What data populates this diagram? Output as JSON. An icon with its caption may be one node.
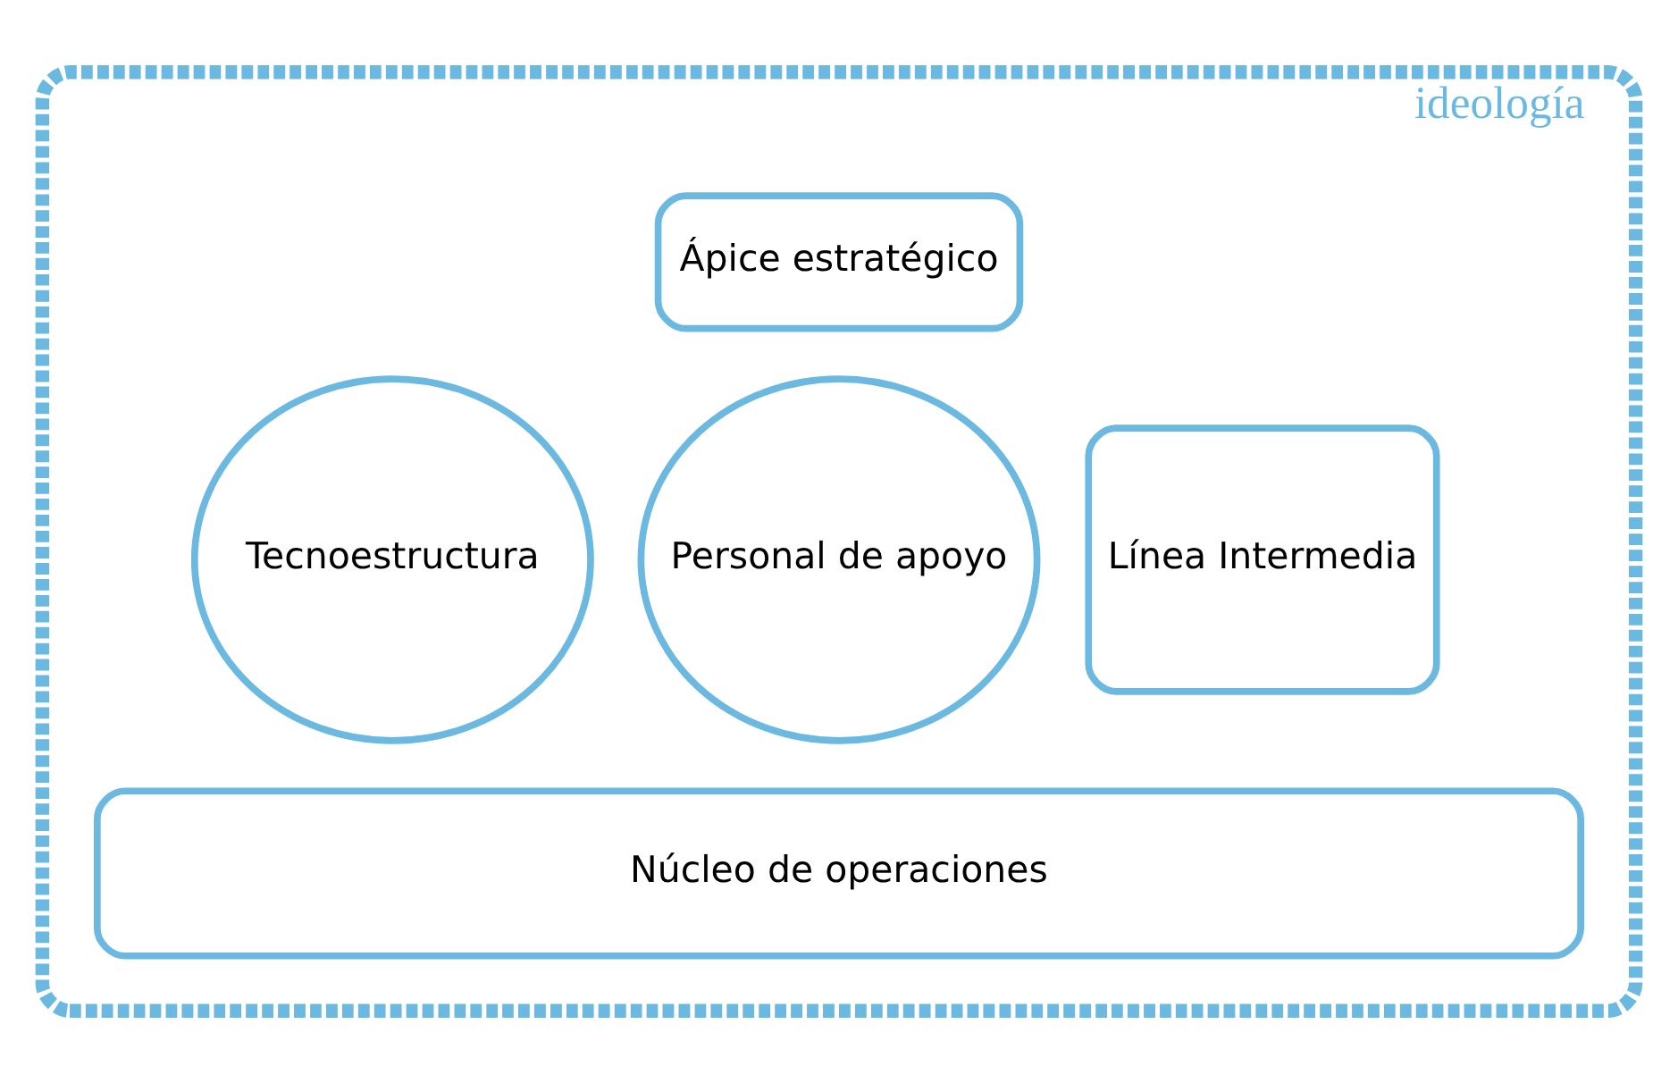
{
  "diagram": {
    "nodes": [
      {
        "text": [
          "ideología"
        ]
      },
      {
        "text": [
          "Ápice estratégico"
        ],
        "in": 0
      },
      {
        "text": [
          "Tecnoestructura"
        ],
        "in": 0
      },
      {
        "text": [
          "Personal de apoyo"
        ],
        "in": 0
      },
      {
        "text": [
          "Línea Intermedia"
        ],
        "in": 0
      },
      {
        "text": [
          "Núcleo de operaciones"
        ],
        "in": 0
      }
    ],
    "edges": []
  }
}
